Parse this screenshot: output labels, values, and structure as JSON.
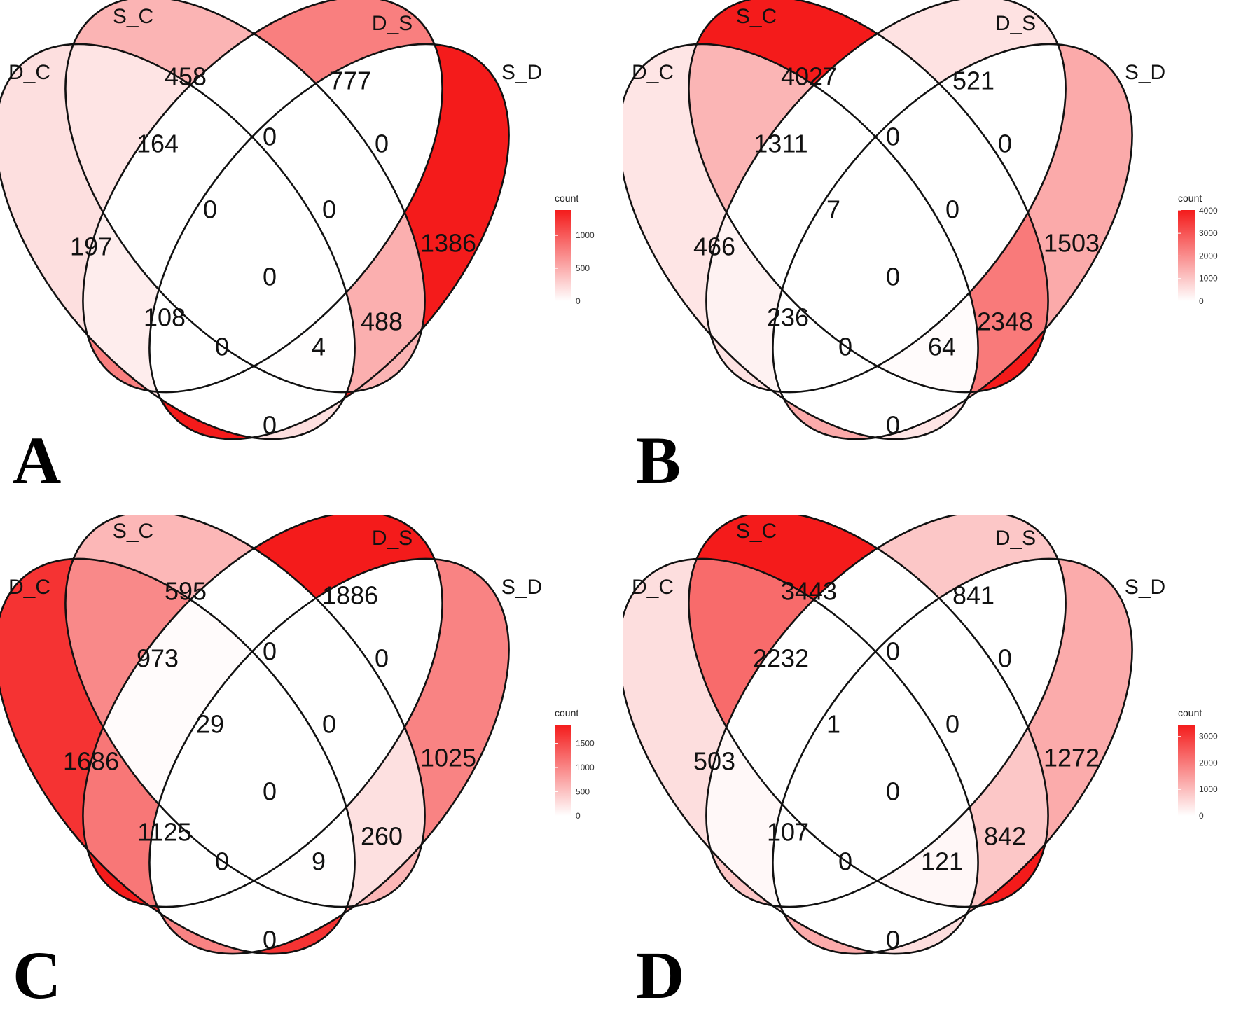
{
  "set_labels": [
    "D_C",
    "S_C",
    "D_S",
    "S_D"
  ],
  "legend_title": "count",
  "colors": {
    "low": "#ffffff",
    "high": "#f41b1b",
    "outline": "#111111"
  },
  "panels": [
    {
      "letter": "A",
      "legend_ticks": [
        0,
        500,
        1000
      ],
      "max": 1386,
      "regions": {
        "DC": 197,
        "SC": 458,
        "DS": 777,
        "SD": 1386,
        "DC_SC": 164,
        "SC_DS": 0,
        "DS_SD": 0,
        "DC_SD": 0,
        "DC_SC_DS": 0,
        "SC_DS_SD": 0,
        "DC_DS": 108,
        "SC_SD": 488,
        "ALL": 0,
        "DC_DS_SD": 0,
        "DC_SC_SD": 4
      }
    },
    {
      "letter": "B",
      "legend_ticks": [
        0,
        1000,
        2000,
        3000,
        4000
      ],
      "max": 4027,
      "regions": {
        "DC": 466,
        "SC": 4027,
        "DS": 521,
        "SD": 1503,
        "DC_SC": 1311,
        "SC_DS": 0,
        "DS_SD": 0,
        "DC_SD": 0,
        "DC_SC_DS": 7,
        "SC_DS_SD": 0,
        "DC_DS": 236,
        "SC_SD": 2348,
        "ALL": 0,
        "DC_DS_SD": 0,
        "DC_SC_SD": 64
      }
    },
    {
      "letter": "C",
      "legend_ticks": [
        0,
        500,
        1000,
        1500
      ],
      "max": 1886,
      "regions": {
        "DC": 1686,
        "SC": 595,
        "DS": 1886,
        "SD": 1025,
        "DC_SC": 973,
        "SC_DS": 0,
        "DS_SD": 0,
        "DC_SD": 0,
        "DC_SC_DS": 29,
        "SC_DS_SD": 0,
        "DC_DS": 1125,
        "SC_SD": 260,
        "ALL": 0,
        "DC_DS_SD": 0,
        "DC_SC_SD": 9
      }
    },
    {
      "letter": "D",
      "legend_ticks": [
        0,
        1000,
        2000,
        3000
      ],
      "max": 3443,
      "regions": {
        "DC": 503,
        "SC": 3443,
        "DS": 841,
        "SD": 1272,
        "DC_SC": 2232,
        "SC_DS": 0,
        "DS_SD": 0,
        "DC_SD": 0,
        "DC_SC_DS": 1,
        "SC_DS_SD": 0,
        "DC_DS": 107,
        "SC_SD": 842,
        "ALL": 0,
        "DC_DS_SD": 0,
        "DC_SC_SD": 121
      }
    }
  ]
}
